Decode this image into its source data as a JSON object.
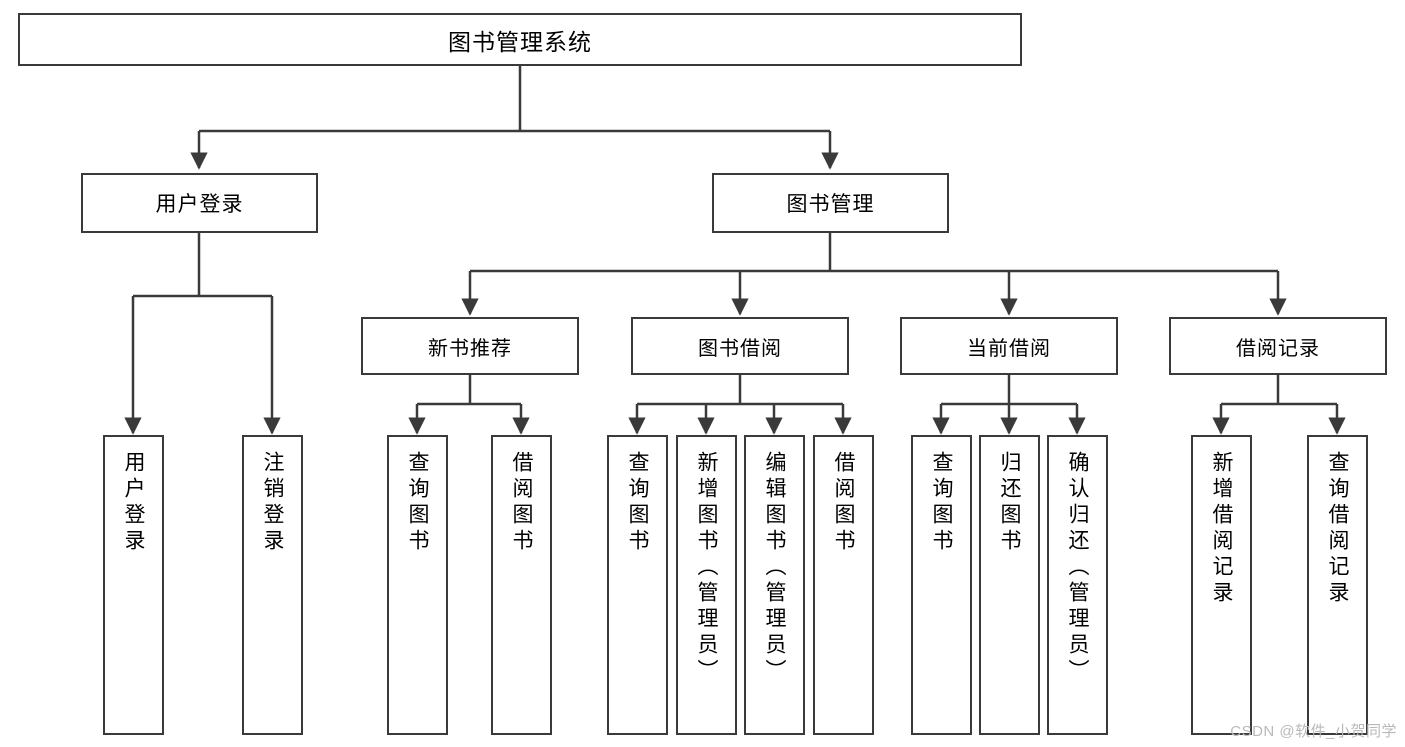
{
  "diagram": {
    "title": "图书管理系统",
    "type": "tree-hierarchy",
    "watermark": "CSDN @软件_小贺同学",
    "colors": {
      "stroke": "#3a3a3a",
      "fill": "#ffffff",
      "text": "#000000",
      "watermark": "#b9b9b9"
    },
    "root": {
      "id": "root",
      "label": "图书管理系统"
    },
    "level1": [
      {
        "id": "user-login",
        "label": "用户登录"
      },
      {
        "id": "book-manage",
        "label": "图书管理"
      }
    ],
    "level2": [
      {
        "id": "new-book-rec",
        "label": "新书推荐",
        "parent": "book-manage"
      },
      {
        "id": "book-borrow",
        "label": "图书借阅",
        "parent": "book-manage"
      },
      {
        "id": "current-borrow",
        "label": "当前借阅",
        "parent": "book-manage"
      },
      {
        "id": "borrow-record",
        "label": "借阅记录",
        "parent": "book-manage"
      }
    ],
    "leaves": [
      {
        "id": "leaf-user-login",
        "label": "用户登录",
        "parent": "user-login"
      },
      {
        "id": "leaf-user-logout",
        "label": "注销登录",
        "parent": "user-login"
      },
      {
        "id": "leaf-query-book-1",
        "label": "查询图书",
        "parent": "new-book-rec"
      },
      {
        "id": "leaf-borrow-book-1",
        "label": "借阅图书",
        "parent": "new-book-rec"
      },
      {
        "id": "leaf-query-book-2",
        "label": "查询图书",
        "parent": "book-borrow"
      },
      {
        "id": "leaf-add-book",
        "label": "新增图书（管理员）",
        "parent": "book-borrow"
      },
      {
        "id": "leaf-edit-book",
        "label": "编辑图书（管理员）",
        "parent": "book-borrow"
      },
      {
        "id": "leaf-borrow-book-2",
        "label": "借阅图书",
        "parent": "book-borrow"
      },
      {
        "id": "leaf-query-book-3",
        "label": "查询图书",
        "parent": "current-borrow"
      },
      {
        "id": "leaf-return-book",
        "label": "归还图书",
        "parent": "current-borrow"
      },
      {
        "id": "leaf-confirm-return",
        "label": "确认归还（管理员）",
        "parent": "current-borrow"
      },
      {
        "id": "leaf-add-record",
        "label": "新增借阅记录",
        "parent": "borrow-record"
      },
      {
        "id": "leaf-query-record",
        "label": "查询借阅记录",
        "parent": "borrow-record"
      }
    ]
  }
}
